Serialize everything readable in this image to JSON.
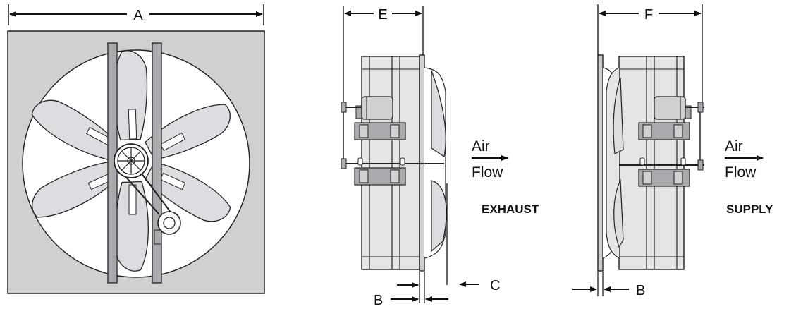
{
  "labels": {
    "dim_a": "A",
    "dim_e": "E",
    "dim_f": "F",
    "dim_b_exhaust": "B",
    "dim_c": "C",
    "dim_b_supply": "B",
    "air_exhaust": "Air",
    "flow_exhaust": "Flow",
    "exhaust": "EXHAUST",
    "air_supply": "Air",
    "flow_supply": "Flow",
    "supply": "SUPPLY"
  },
  "colors": {
    "frame_fill": "#cfd0d2",
    "panel_fill": "#e4e5e7",
    "blade_fill": "#dcdde0",
    "bracket_fill": "#a9aaad",
    "line": "#222222"
  }
}
